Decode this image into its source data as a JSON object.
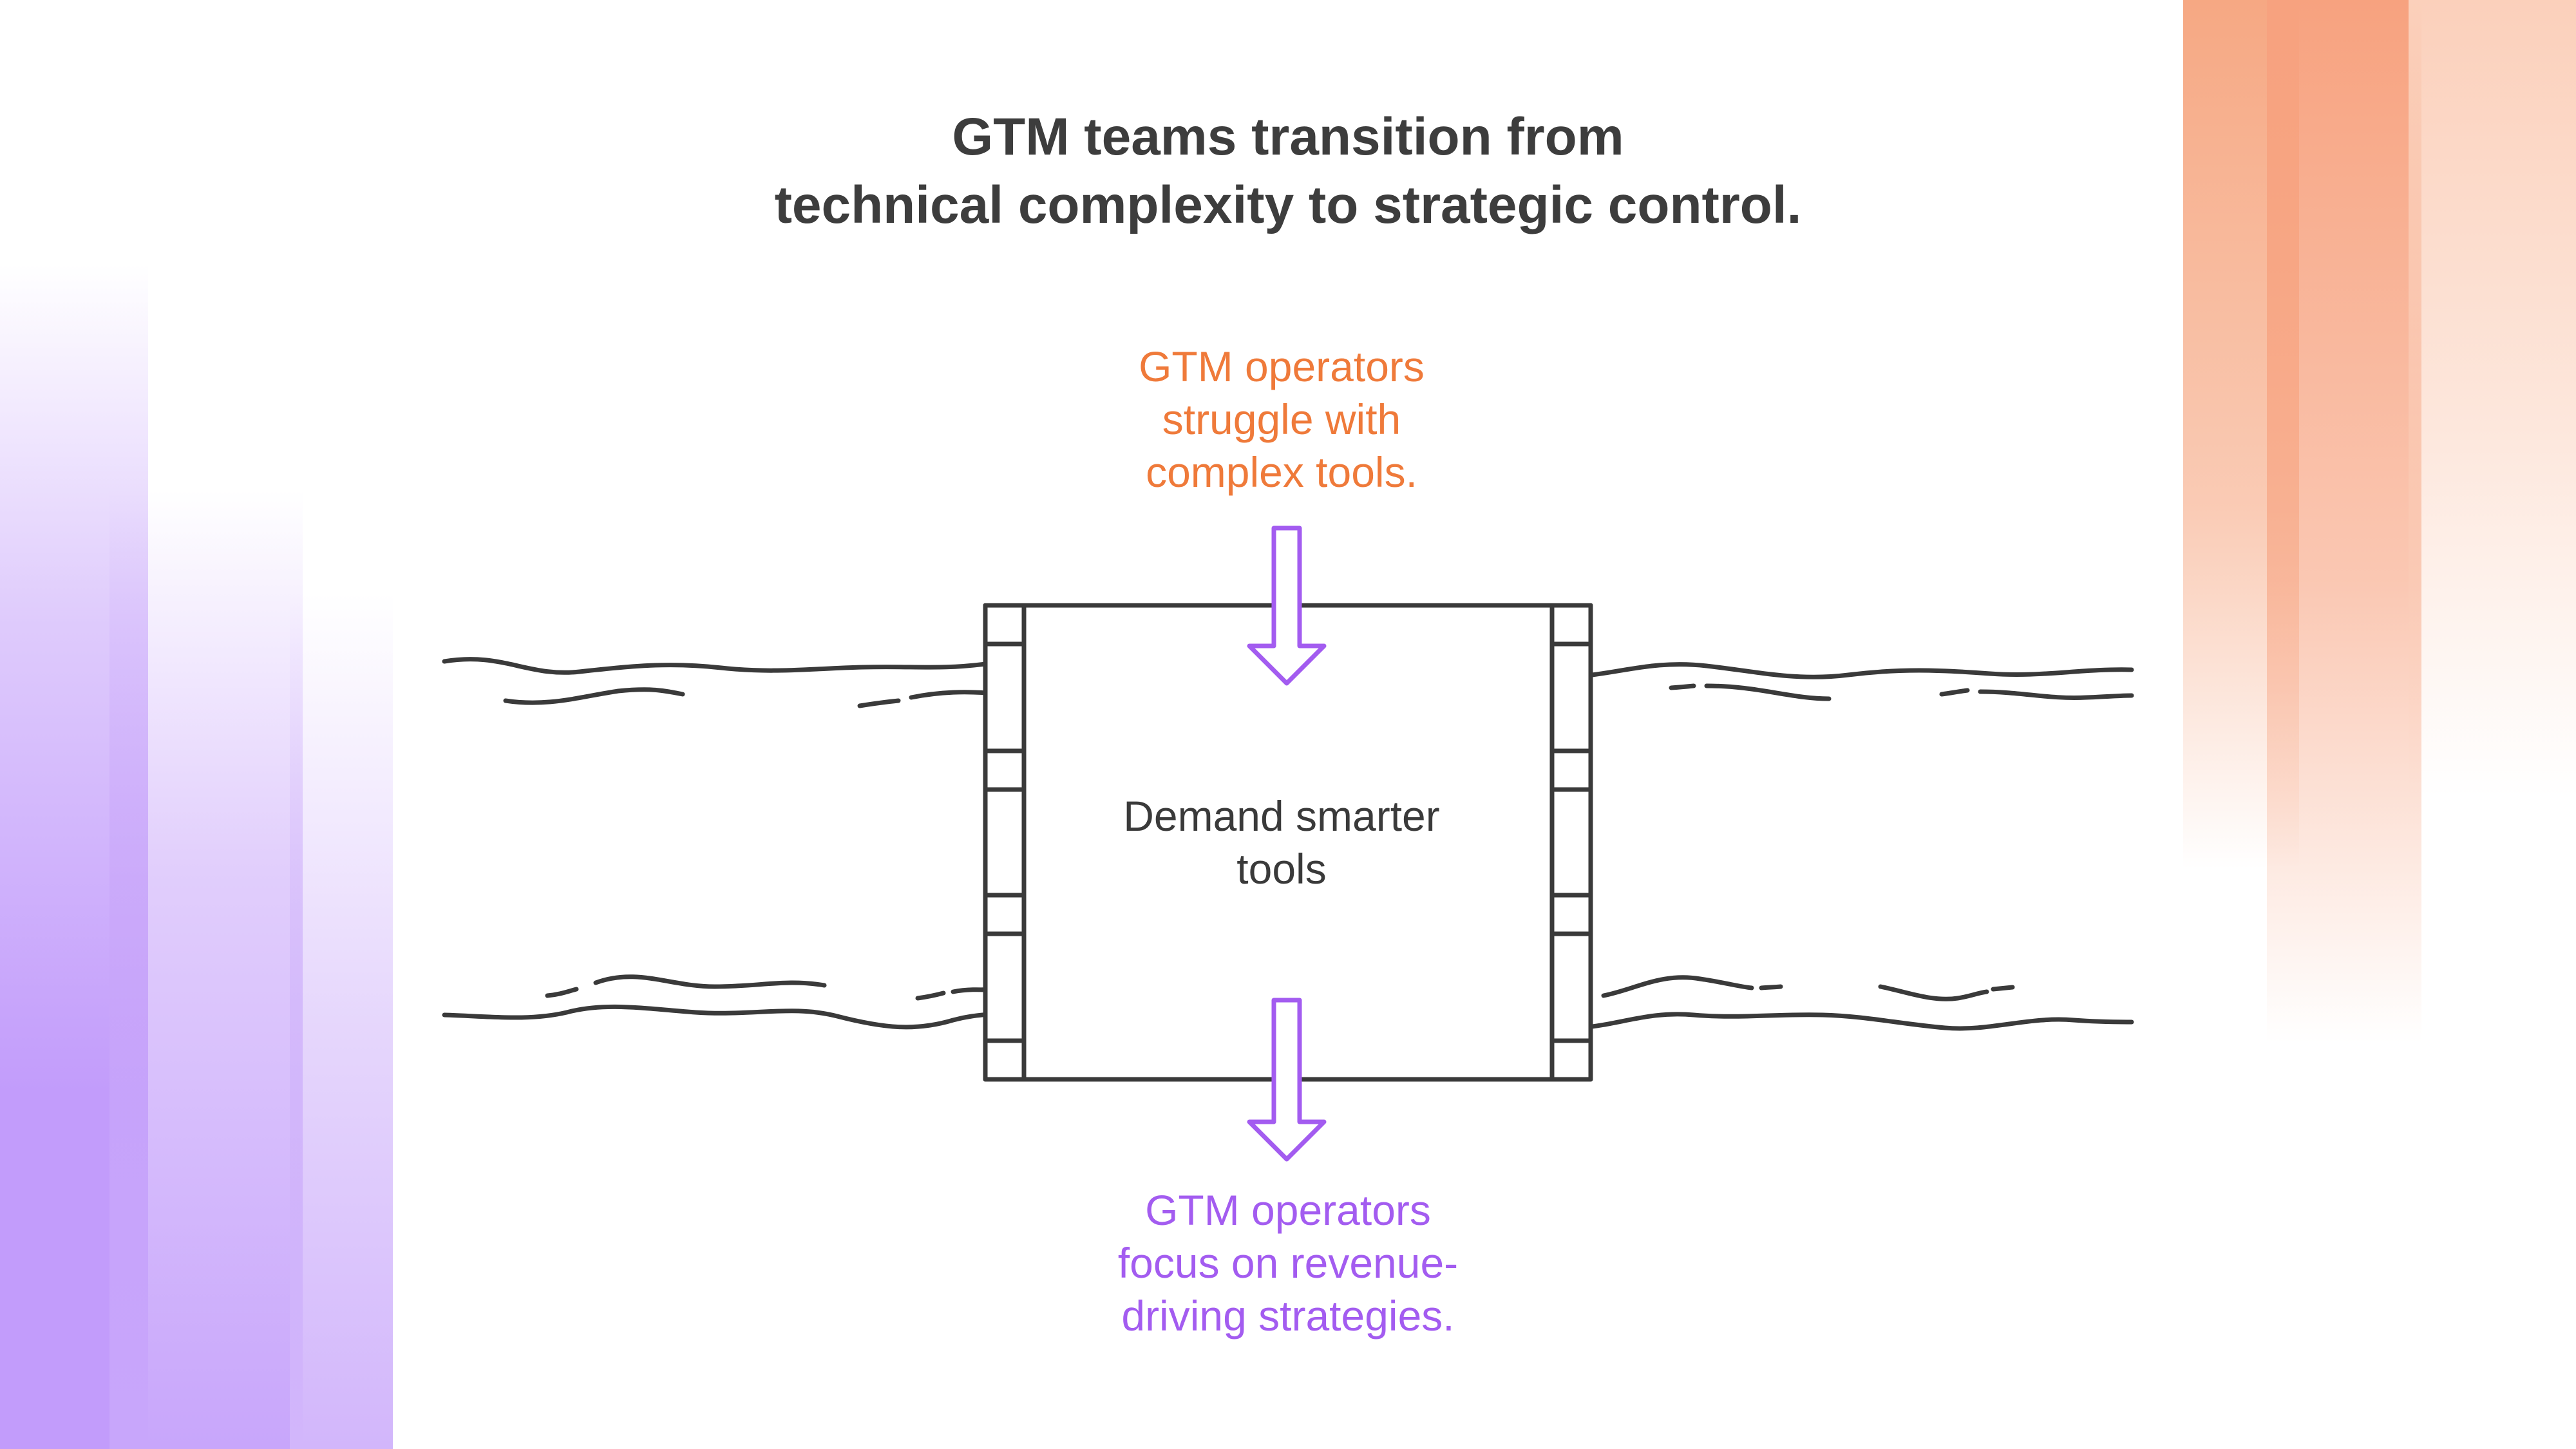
{
  "title": {
    "line1": "GTM teams transition from",
    "line2": "technical complexity to strategic control."
  },
  "top_label": {
    "line1": "GTM operators",
    "line2": "struggle with",
    "line3": "complex tools."
  },
  "center_label": {
    "line1": "Demand smarter",
    "line2": "tools"
  },
  "bottom_label": {
    "line1": "GTM operators",
    "line2": "focus on revenue-",
    "line3": "driving strategies."
  },
  "colors": {
    "top_accent": "#ef7a3a",
    "bottom_accent": "#a35cf0",
    "line": "#3a3a3a"
  }
}
